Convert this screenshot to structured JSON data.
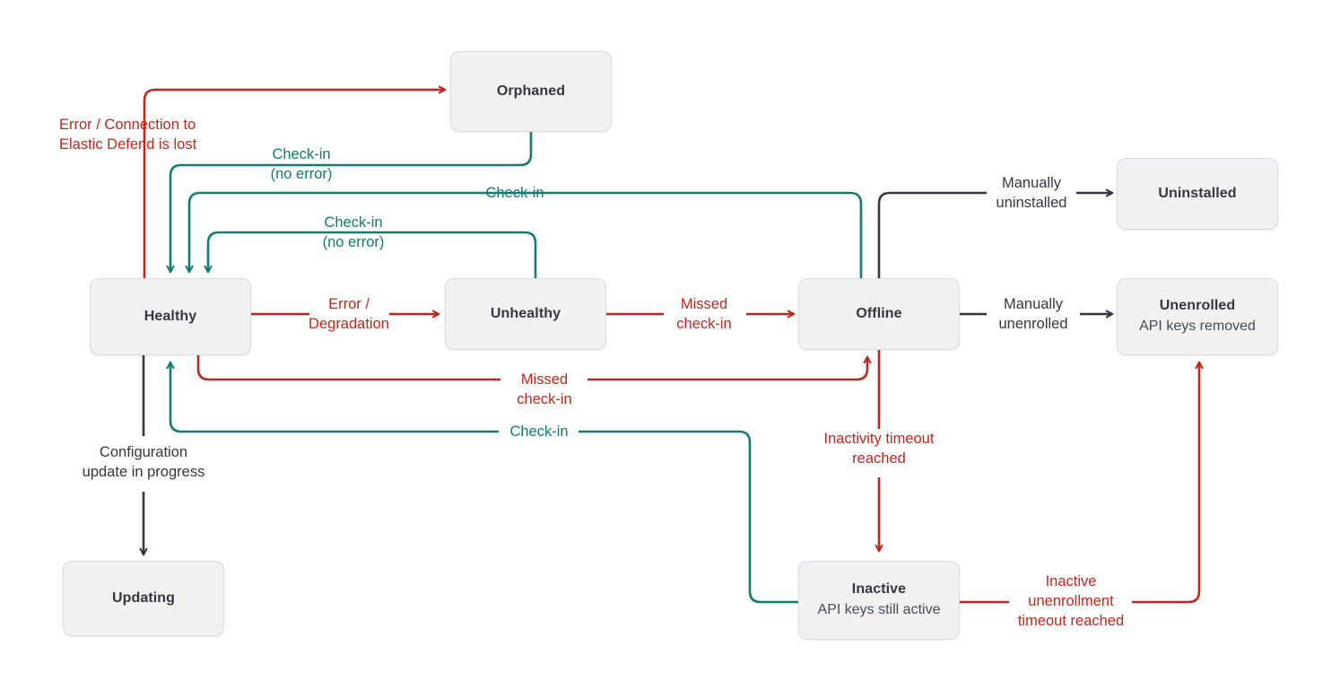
{
  "diagram": {
    "title": "Elastic Agent status state diagram",
    "colors": {
      "red": "#BD271E",
      "teal": "#117C6F",
      "dark": "#343741",
      "node_fill": "#F1F1F2",
      "node_border": "#D8DCE3",
      "background": "#FFFFFF"
    },
    "nodes": [
      {
        "id": "orphaned",
        "title": "Orphaned",
        "subtitle": ""
      },
      {
        "id": "healthy",
        "title": "Healthy",
        "subtitle": ""
      },
      {
        "id": "unhealthy",
        "title": "Unhealthy",
        "subtitle": ""
      },
      {
        "id": "offline",
        "title": "Offline",
        "subtitle": ""
      },
      {
        "id": "uninstalled",
        "title": "Uninstalled",
        "subtitle": ""
      },
      {
        "id": "unenrolled",
        "title": "Unenrolled",
        "subtitle": "API keys removed"
      },
      {
        "id": "inactive",
        "title": "Inactive",
        "subtitle": "API keys still active"
      },
      {
        "id": "updating",
        "title": "Updating",
        "subtitle": ""
      }
    ],
    "edges": [
      {
        "id": "healthy-to-orphaned",
        "label": "Error / Connection to\nElastic Defend is lost",
        "color": "red",
        "from": "healthy",
        "to": "orphaned"
      },
      {
        "id": "orphaned-to-healthy",
        "label": "Check-in\n(no error)",
        "color": "teal",
        "from": "orphaned",
        "to": "healthy"
      },
      {
        "id": "offline-to-healthy-top",
        "label": "Check-in",
        "color": "teal",
        "from": "offline",
        "to": "healthy"
      },
      {
        "id": "unhealthy-to-healthy",
        "label": "Check-in\n(no error)",
        "color": "teal",
        "from": "unhealthy",
        "to": "healthy"
      },
      {
        "id": "healthy-to-unhealthy",
        "label": "Error /\nDegradation",
        "color": "red",
        "from": "healthy",
        "to": "unhealthy"
      },
      {
        "id": "unhealthy-to-offline",
        "label": "Missed\ncheck-in",
        "color": "red",
        "from": "unhealthy",
        "to": "offline"
      },
      {
        "id": "healthy-to-offline",
        "label": "Missed\ncheck-in",
        "color": "red",
        "from": "healthy",
        "to": "offline"
      },
      {
        "id": "inactive-to-healthy",
        "label": "Check-in",
        "color": "teal",
        "from": "inactive",
        "to": "healthy"
      },
      {
        "id": "offline-to-uninstalled",
        "label": "Manually\nuninstalled",
        "color": "dark",
        "from": "offline",
        "to": "uninstalled"
      },
      {
        "id": "offline-to-unenrolled",
        "label": "Manually\nunenrolled",
        "color": "dark",
        "from": "offline",
        "to": "unenrolled"
      },
      {
        "id": "offline-to-inactive",
        "label": "Inactivity timeout\nreached",
        "color": "red",
        "from": "offline",
        "to": "inactive"
      },
      {
        "id": "inactive-to-unenrolled",
        "label": "Inactive\nunenrollment\ntimeout reached",
        "color": "red",
        "from": "inactive",
        "to": "unenrolled"
      },
      {
        "id": "healthy-to-updating",
        "label": "Configuration\nupdate in progress",
        "color": "dark",
        "from": "healthy",
        "to": "updating"
      }
    ]
  }
}
